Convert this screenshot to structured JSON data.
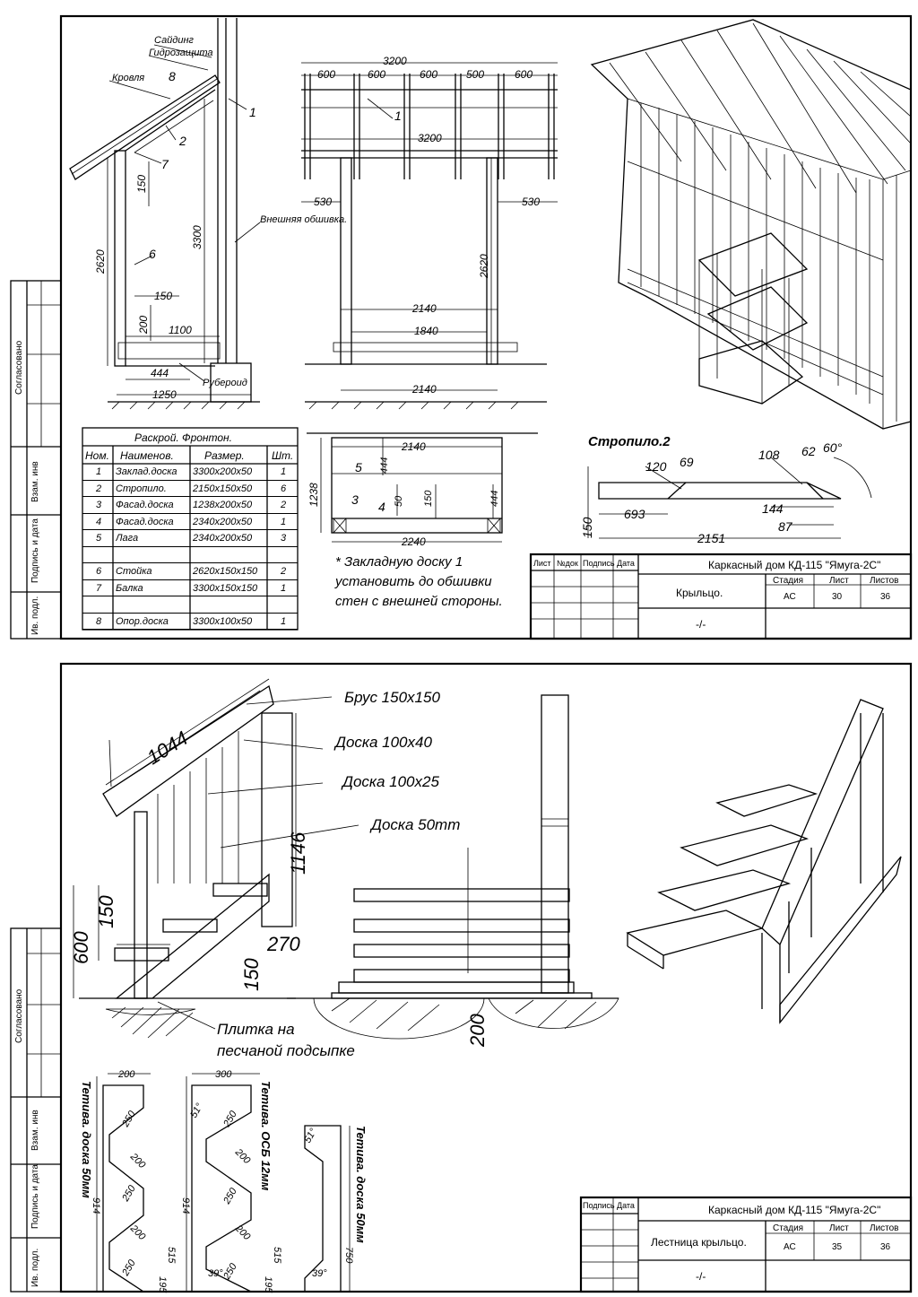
{
  "sheet1": {
    "side_labels": [
      "Сайдинг",
      "Гидрозащита",
      "Кровля",
      "Внешняя обшивка.",
      "Рубероид"
    ],
    "side_callouts": [
      "8",
      "1",
      "2",
      "7",
      "6"
    ],
    "side_dims": [
      "150",
      "3300",
      "2620",
      "150",
      "200",
      "1100",
      "444",
      "1250"
    ],
    "front_dims": [
      "3200",
      "600",
      "600",
      "600",
      "500",
      "600",
      "1",
      "3200",
      "530",
      "530",
      "2620",
      "2140",
      "1840",
      "2140"
    ],
    "plan_dims": [
      "2140",
      "5",
      "444",
      "1238",
      "3",
      "4",
      "50",
      "150",
      "444",
      "2240"
    ],
    "cut_table": {
      "title": "Раскрой. Фронтон.",
      "headers": [
        "Ном.",
        "Наименов.",
        "Размер.",
        "Шт."
      ],
      "rows": [
        [
          "1",
          "Заклад.доска",
          "3300х200х50",
          "1"
        ],
        [
          "2",
          "Стропило.",
          "2150х150х50",
          "6"
        ],
        [
          "3",
          "Фасад.доска",
          "1238х200х50",
          "2"
        ],
        [
          "4",
          "Фасад.доска",
          "2340х200х50",
          "1"
        ],
        [
          "5",
          "Лага",
          "2340х200х50",
          "3"
        ],
        [
          "",
          "",
          "",
          ""
        ],
        [
          "6",
          "Стойка",
          "2620х150х150",
          "2"
        ],
        [
          "7",
          "Балка",
          "3300х150х150",
          "1"
        ],
        [
          "",
          "",
          "",
          ""
        ],
        [
          "8",
          "Опор.доска",
          "3300х100х50",
          "1"
        ]
      ]
    },
    "note": [
      "* Закладную доску 1",
      "установить до обшивки",
      "стен с внешней стороны."
    ],
    "rafter": {
      "title": "Стропило.2",
      "dims": [
        "120",
        "69",
        "108",
        "62",
        "60°",
        "693",
        "150",
        "144",
        "87",
        "2151"
      ]
    },
    "stamp": {
      "cols": [
        "Лист",
        "№док",
        "Подпись",
        "Дата"
      ],
      "project": "Каркасный дом КД-115 \"Ямуга-2С\"",
      "sheet_name": "Крыльцо.",
      "stage_headers": [
        "Стадия",
        "Лист",
        "Листов"
      ],
      "stage_values": [
        "АС",
        "30",
        "36"
      ],
      "dash": "-/-"
    },
    "margin": [
      "Согласовано",
      "Взам. инв",
      "Подпись и дата",
      "Ив. подл."
    ]
  },
  "sheet2": {
    "labels": [
      "Брус 150х150",
      "Доска 100х40",
      "Доска 100х25",
      "Доска 50mm",
      "Плитка на",
      "песчаной подсыпке"
    ],
    "dims": [
      "1044",
      "1146",
      "600",
      "150",
      "270",
      "150",
      "200"
    ],
    "stringers": [
      {
        "title": "Тетива. доска 50мм",
        "dims": [
          "200",
          "250",
          "200",
          "250",
          "200",
          "250",
          "914",
          "515",
          "195"
        ]
      },
      {
        "title": "Тетива. ОСБ 12мм",
        "dims": [
          "300",
          "51°",
          "250",
          "200",
          "250",
          "200",
          "39°",
          "250",
          "914",
          "515",
          "195"
        ]
      },
      {
        "title": "Тетива. доска 50мм",
        "dims": [
          "51°",
          "39°",
          "750"
        ]
      }
    ],
    "stamp": {
      "cols": [
        "Подпись",
        "Дата"
      ],
      "project": "Каркасный дом КД-115 \"Ямуга-2С\"",
      "sheet_name": "Лестница крыльцо.",
      "stage_headers": [
        "Стадия",
        "Лист",
        "Листов"
      ],
      "stage_values": [
        "АС",
        "35",
        "36"
      ],
      "dash": "-/-"
    },
    "margin": [
      "Согласовано",
      "Взам. инв",
      "Подпись и дата",
      "Ив. подл."
    ]
  }
}
